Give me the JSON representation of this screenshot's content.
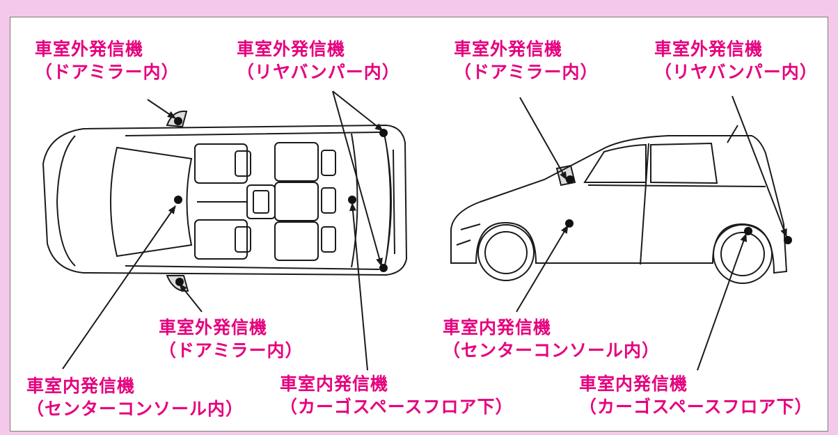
{
  "colors": {
    "background": "#f4c8ea",
    "label": "#e6007e",
    "line": "#1a1a1a"
  },
  "labels": {
    "top_mirror_left": {
      "line1": "車室外発信機",
      "line2": "（ドアミラー内）"
    },
    "top_bumper": {
      "line1": "車室外発信機",
      "line2": "（リヤバンパー内）"
    },
    "top_mirror_right": {
      "line1": "車室外発信機",
      "line2": "（ドアミラー内）"
    },
    "console_top": {
      "line1": "車室内発信機",
      "line2": "（センターコンソール内）"
    },
    "cargo_top": {
      "line1": "車室内発信機",
      "line2": "（カーゴスペースフロア下）"
    },
    "side_mirror": {
      "line1": "車室外発信機",
      "line2": "（ドアミラー内）"
    },
    "side_bumper": {
      "line1": "車室外発信機",
      "line2": "（リヤバンパー内）"
    },
    "side_console": {
      "line1": "車室内発信機",
      "line2": "（センターコンソール内）"
    },
    "side_cargo": {
      "line1": "車室内発信機",
      "line2": "（カーゴスペースフロア下）"
    }
  }
}
